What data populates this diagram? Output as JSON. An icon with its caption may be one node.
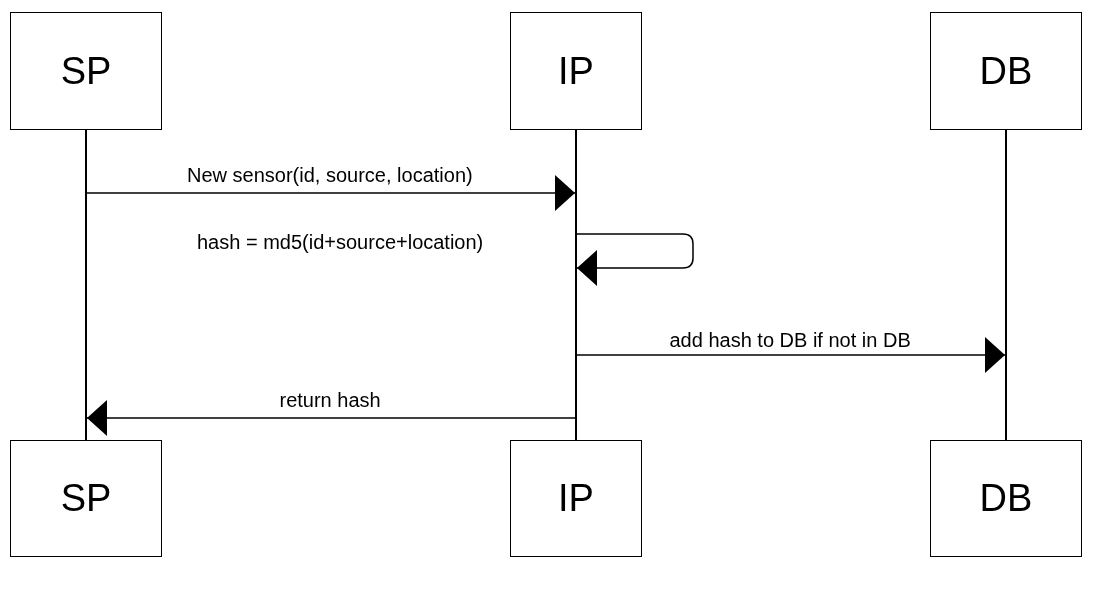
{
  "diagram": {
    "nodes": [
      {
        "text": [
          "SP"
        ]
      },
      {
        "text": [
          "IP"
        ]
      },
      {
        "text": [
          "DB"
        ]
      },
      {
        "text": [
          "SP"
        ]
      },
      {
        "text": [
          "IP"
        ]
      },
      {
        "text": [
          "DB"
        ]
      },
      {
        "text": [],
        "shape": "line"
      },
      {
        "text": [],
        "shape": "line"
      },
      {
        "text": [],
        "shape": "line"
      }
    ],
    "edges": [
      {
        "from": 6,
        "to": 7,
        "arrow": "to",
        "label": "New sensor(id, source, location)"
      },
      {
        "from": 7,
        "to": 7,
        "arrow": "to",
        "label": "hash = md5(id+source+location)"
      },
      {
        "from": 7,
        "to": 8,
        "arrow": "to",
        "label": "add hash to DB if not in DB"
      },
      {
        "from": 7,
        "to": 6,
        "arrow": "to",
        "label": "return hash"
      }
    ]
  }
}
